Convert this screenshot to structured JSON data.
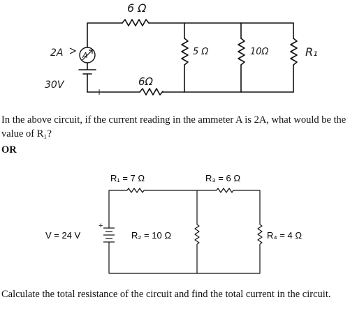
{
  "figure1": {
    "label_top_resistor": "6 Ω",
    "label_current": "2A",
    "label_ammeter": "A",
    "label_voltage": "30V",
    "label_bottom_resistor": "6Ω",
    "label_r5": "5 Ω",
    "label_r10": "10Ω",
    "label_r1": "R₁",
    "label_plus": "+"
  },
  "question1": {
    "text": "In the above circuit, if the current reading in the ammeter A is 2A, what would be the value of R₁?"
  },
  "or_label": "OR",
  "figure2": {
    "r1_label": "R₁ = 7 Ω",
    "r3_label": "R₃ = 6 Ω",
    "r2_label": "R₂ = 10 Ω",
    "r4_label": "R₄ = 4 Ω",
    "voltage_label": "V = 24 V",
    "plus": "+"
  },
  "question2": {
    "text": "Calculate the total resistance of the circuit and find the total current in the circuit."
  }
}
